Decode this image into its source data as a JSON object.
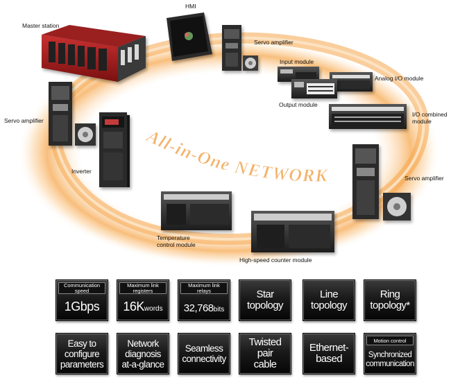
{
  "diagram": {
    "ring_text": "All-in-One NETWORK",
    "labels": {
      "hmi": "HMI",
      "master_station": "Master station",
      "servo_amplifier_top": "Servo amplifier",
      "input_module": "Input module",
      "analog_io_module": "Analog I/O module",
      "output_module": "Output module",
      "io_combined_module": "I/O combined module",
      "servo_amplifier_left": "Servo amplifier",
      "inverter": "Inverter",
      "servo_amplifier_right": "Servo amplifier",
      "temperature_control_module": "Temperature control module",
      "high_speed_counter_module": "High-speed counter module"
    },
    "colors": {
      "ring_orange": "#f5a54a",
      "module_red": "#b81e1e",
      "tile_black": "#111111"
    }
  },
  "features": {
    "communication_speed": {
      "caption": "Communication speed",
      "value": "1Gbps"
    },
    "max_link_registers": {
      "caption": "Maximum link registers",
      "value": "16K",
      "unit": "words"
    },
    "max_link_relays": {
      "caption": "Maximum link relays",
      "value": "32,768",
      "unit": "bits"
    },
    "star_topology": {
      "line1": "Star",
      "line2": "topology"
    },
    "line_topology": {
      "line1": "Line",
      "line2": "topology"
    },
    "ring_topology": {
      "line1": "Ring",
      "line2": "topology*"
    },
    "easy_configure": {
      "line1": "Easy to",
      "line2": "configure",
      "line3": "parameters"
    },
    "network_diagnosis": {
      "line1": "Network",
      "line2": "diagnosis",
      "line3": "at-a-glance"
    },
    "seamless": {
      "line1": "Seamless",
      "line2": "connectivity"
    },
    "twisted_pair": {
      "line1": "Twisted",
      "line2": "pair",
      "line3": "cable"
    },
    "ethernet_based": {
      "line1": "Ethernet-",
      "line2": "based"
    },
    "motion_control": {
      "caption": "Motion control",
      "line1": "Synchronized",
      "line2": "communication"
    }
  }
}
